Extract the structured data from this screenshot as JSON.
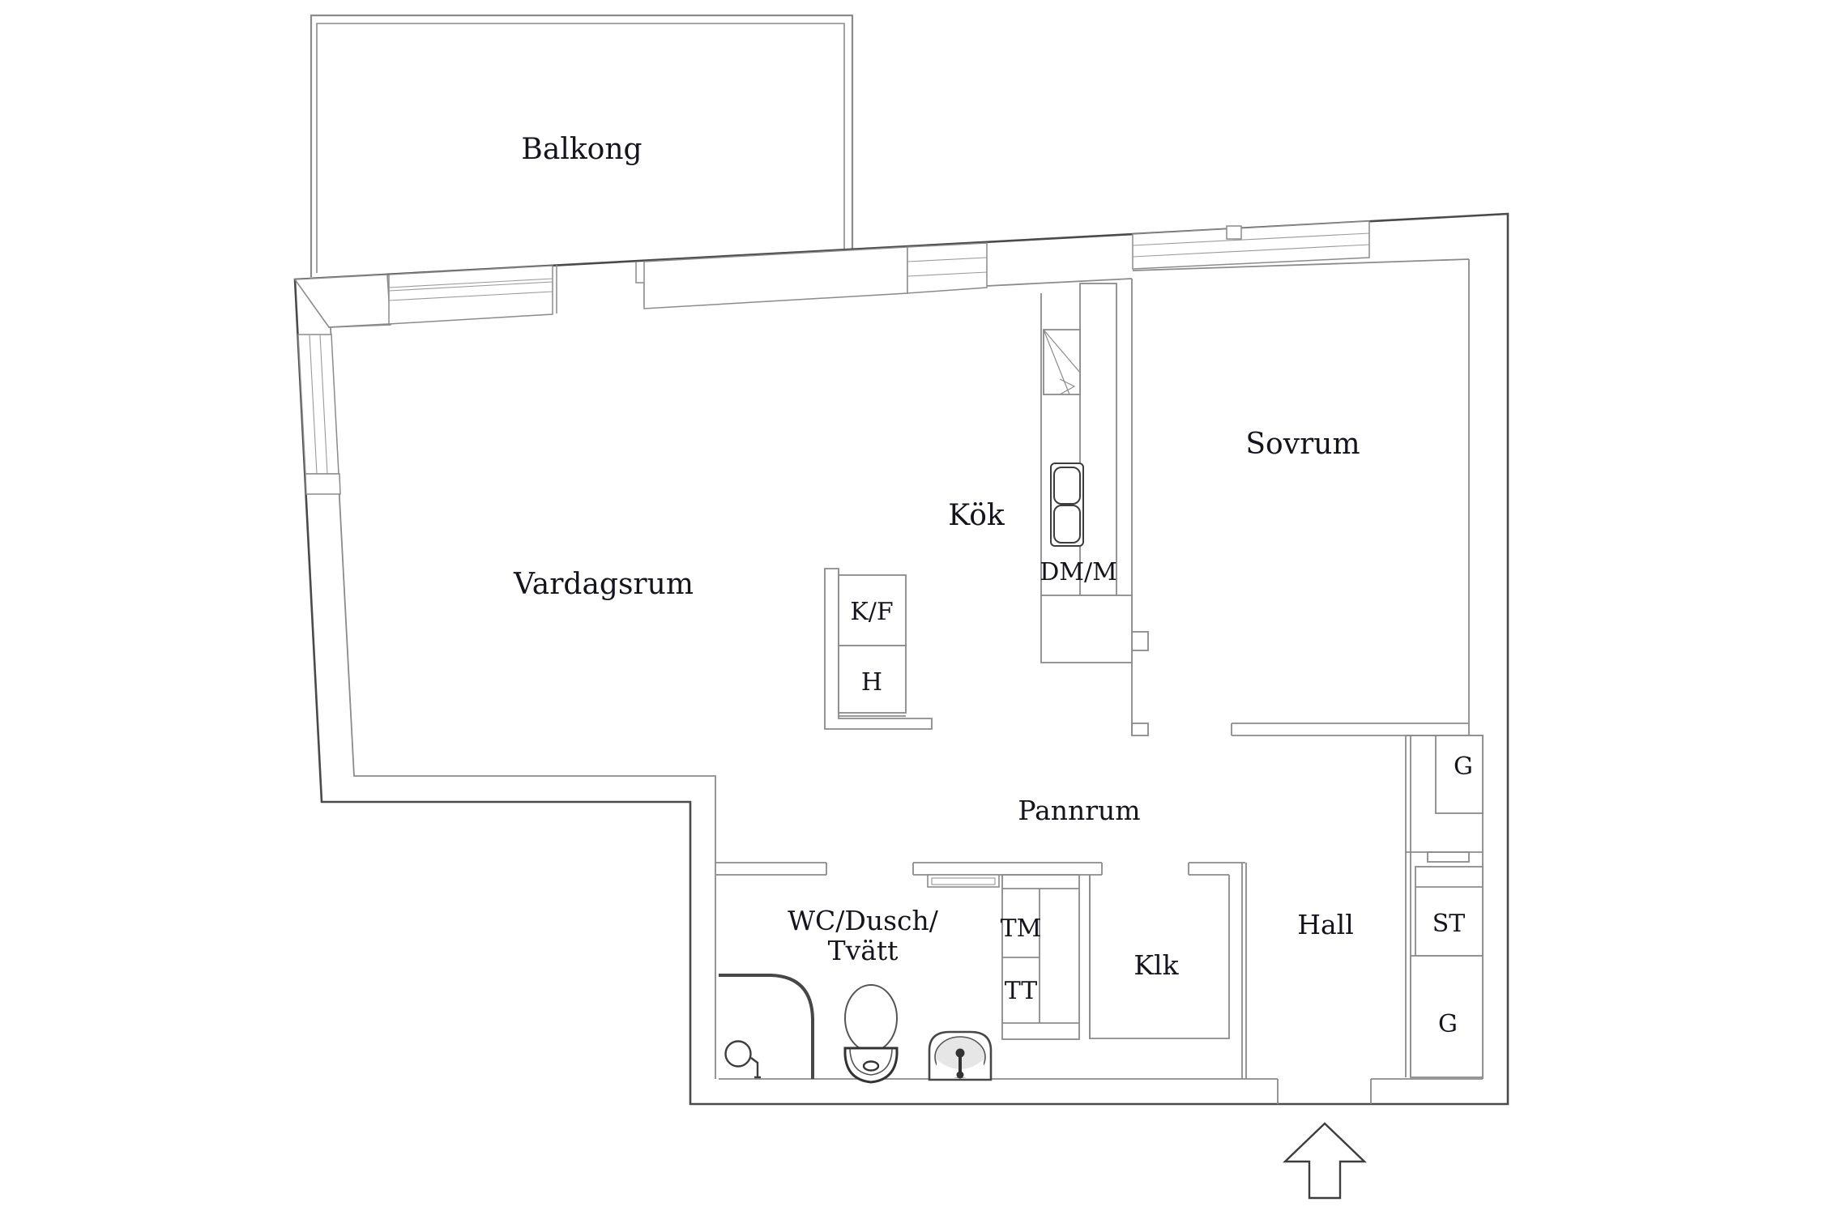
{
  "title": "Apartment floor plan",
  "colors": {
    "background": "#ffffff",
    "wall_line": "#8b8b8b",
    "outer_wall_line": "#4a4a4a",
    "fixture_line": "#3d3d3d",
    "glazing_line": "#9a9a9a",
    "text": "#14141c",
    "sink_fill": "#e6e6e6"
  },
  "labels": {
    "balcony": {
      "text": "Balkong"
    },
    "living_room": {
      "text": "Vardagsrum"
    },
    "kitchen": {
      "text": "Kök"
    },
    "bedroom": {
      "text": "Sovrum"
    },
    "dishwasher": {
      "text": "DM/M"
    },
    "fridge": {
      "text": "K/F"
    },
    "oven": {
      "text": "H"
    },
    "boiler_room": {
      "text": "Pannrum"
    },
    "bathroom_l1": {
      "text": "WC/Dusch/"
    },
    "bathroom_l2": {
      "text": "Tvätt"
    },
    "washer": {
      "text": "TM"
    },
    "dryer": {
      "text": "TT"
    },
    "closet": {
      "text": "Klk"
    },
    "hall": {
      "text": "Hall"
    },
    "wardrobe_1": {
      "text": "G"
    },
    "cleaning": {
      "text": "ST"
    },
    "wardrobe_2": {
      "text": "G"
    }
  }
}
